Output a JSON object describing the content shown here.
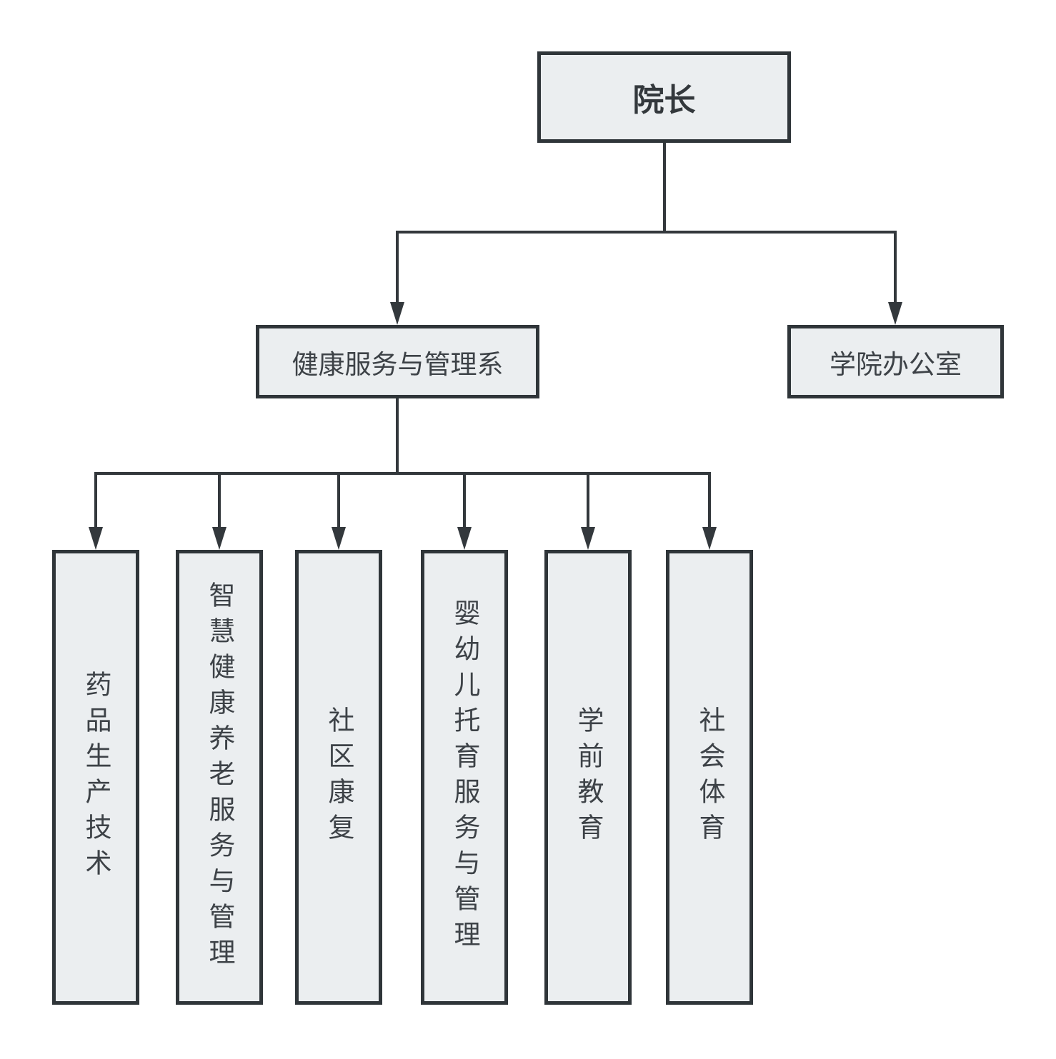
{
  "diagram": {
    "type": "org-chart",
    "nodes": {
      "dean": "院长",
      "department": "健康服务与管理系",
      "office": "学院办公室",
      "majors": [
        "药品生产技术",
        "智慧健康养老服务与管理",
        "社区康复",
        "婴幼儿托育服务与管理",
        "学前教育",
        "社会体育"
      ]
    },
    "edges": [
      {
        "from": "院长",
        "to": "健康服务与管理系"
      },
      {
        "from": "院长",
        "to": "学院办公室"
      },
      {
        "from": "健康服务与管理系",
        "to": "药品生产技术"
      },
      {
        "from": "健康服务与管理系",
        "to": "智慧健康养老服务与管理"
      },
      {
        "from": "健康服务与管理系",
        "to": "社区康复"
      },
      {
        "from": "健康服务与管理系",
        "to": "婴幼儿托育服务与管理"
      },
      {
        "from": "健康服务与管理系",
        "to": "学前教育"
      },
      {
        "from": "健康服务与管理系",
        "to": "社会体育"
      }
    ],
    "colors": {
      "box_fill": "#ebeef0",
      "box_border": "#2f3539",
      "line": "#33383c",
      "text": "#3d4247",
      "background": "#ffffff"
    }
  }
}
